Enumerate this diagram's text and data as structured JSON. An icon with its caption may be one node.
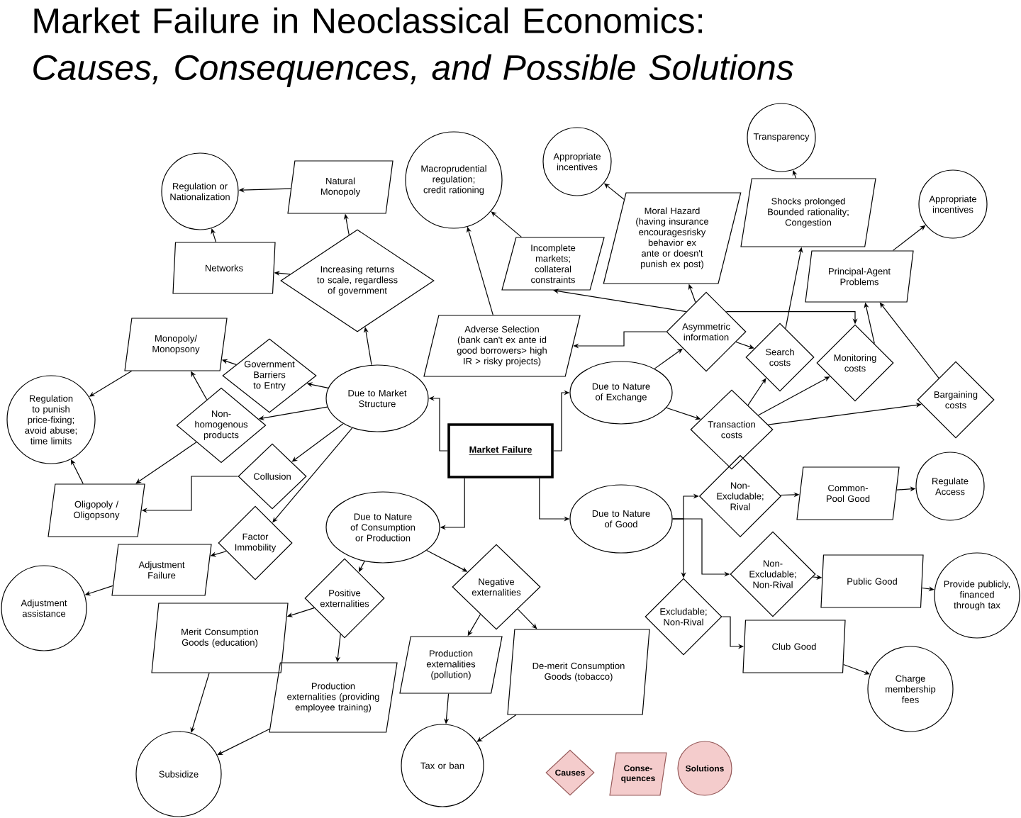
{
  "diagram": {
    "title": "Market Failure in Neoclassical Economics: *Causes, Consequences, and Possible Solutions*",
    "nodes": [
      {
        "text": [
          "Market Failure"
        ]
      },
      {
        "text": [
          "Due to Market Structure"
        ]
      },
      {
        "text": [
          "Due to Nature of Exchange"
        ]
      },
      {
        "text": [
          "Due to Nature of Consumption or Production"
        ]
      },
      {
        "text": [
          "Due to Nature of Good"
        ]
      },
      {
        "text": [
          "Increasing returns to scale, regardless of government"
        ]
      },
      {
        "text": [
          "Natural Monopoly"
        ]
      },
      {
        "text": [
          "Networks"
        ]
      },
      {
        "text": [
          "Regulation or Nationalization"
        ]
      },
      {
        "text": [
          "Monopoly/ Monopsony"
        ]
      },
      {
        "text": [
          "Government Barriers to Entry"
        ]
      },
      {
        "text": [
          "Non-homogenous products"
        ]
      },
      {
        "text": [
          "Collusion"
        ]
      },
      {
        "text": [
          "Regulation to punish price-fixing; avoid abuse; time limits"
        ]
      },
      {
        "text": [
          "Oligopoly / Oligopsony"
        ]
      },
      {
        "text": [
          "Factor Immobility"
        ]
      },
      {
        "text": [
          "Adjustment Failure"
        ]
      },
      {
        "text": [
          "Adjustment assistance"
        ]
      },
      {
        "text": [
          "Asymmetric information"
        ]
      },
      {
        "text": [
          "Transaction costs"
        ]
      },
      {
        "text": [
          "Adverse Selection (bank can't ex ante id good borrowers> high IR > risky projects)"
        ]
      },
      {
        "text": [
          "Macroprudential regulation; credit rationing"
        ]
      },
      {
        "text": [
          "Incomplete markets; collateral constraints"
        ]
      },
      {
        "text": [
          "Moral Hazard (having insurance encouragesrisky behavior ex ante or doesn't punish ex post)"
        ]
      },
      {
        "text": [
          "Appropriate incentives"
        ]
      },
      {
        "text": [
          "Search costs"
        ]
      },
      {
        "text": [
          "Shocks prolonged Bounded rationality; Congestion"
        ]
      },
      {
        "text": [
          "Transparency"
        ]
      },
      {
        "text": [
          "Monitoring costs"
        ]
      },
      {
        "text": [
          "Principal-Agent Problems"
        ]
      },
      {
        "text": [
          "Appropriate incentives"
        ]
      },
      {
        "text": [
          "Bargaining costs"
        ]
      },
      {
        "text": [
          "Non-Excludable; Rival"
        ]
      },
      {
        "text": [
          "Common-Pool Good"
        ]
      },
      {
        "text": [
          "Regulate Access"
        ]
      },
      {
        "text": [
          "Non-Excludable; Non-Rival"
        ]
      },
      {
        "text": [
          "Public Good"
        ]
      },
      {
        "text": [
          "Provide publicly, financed through tax"
        ]
      },
      {
        "text": [
          "Excludable; Non-Rival"
        ]
      },
      {
        "text": [
          "Club Good"
        ]
      },
      {
        "text": [
          "Charge membership fees"
        ]
      },
      {
        "text": [
          "Positive externalities"
        ]
      },
      {
        "text": [
          "Negative externalities"
        ]
      },
      {
        "text": [
          "Merit Consumption Goods (education)"
        ]
      },
      {
        "text": [
          "Production externalities (providing employee training)"
        ]
      },
      {
        "text": [
          "Subsidize"
        ]
      },
      {
        "text": [
          "Production externalities (pollution)"
        ]
      },
      {
        "text": [
          "De-merit Consumption Goods (tobacco)"
        ]
      },
      {
        "text": [
          "Tax or ban"
        ]
      }
    ],
    "edges": [
      {
        "from": 0,
        "to": 1,
        "arrow": "to"
      },
      {
        "from": 0,
        "to": 2,
        "arrow": "to"
      },
      {
        "from": 0,
        "to": 3,
        "arrow": "to"
      },
      {
        "from": 0,
        "to": 4,
        "arrow": "to"
      },
      {
        "from": 1,
        "to": 5,
        "arrow": "to"
      },
      {
        "from": 5,
        "to": 6,
        "arrow": "to"
      },
      {
        "from": 5,
        "to": 7,
        "arrow": "to"
      },
      {
        "from": 6,
        "to": 8,
        "arrow": "to"
      },
      {
        "from": 7,
        "to": 8,
        "arrow": "to"
      },
      {
        "from": 1,
        "to": 10,
        "arrow": "to"
      },
      {
        "from": 1,
        "to": 11,
        "arrow": "to"
      },
      {
        "from": 1,
        "to": 12,
        "arrow": "to"
      },
      {
        "from": 1,
        "to": 15,
        "arrow": "to"
      },
      {
        "from": 10,
        "to": 9,
        "arrow": "to"
      },
      {
        "from": 11,
        "to": 9,
        "arrow": "to"
      },
      {
        "from": 11,
        "to": 14,
        "arrow": "to"
      },
      {
        "from": 12,
        "to": 14,
        "arrow": "to"
      },
      {
        "from": 9,
        "to": 13,
        "arrow": "to"
      },
      {
        "from": 14,
        "to": 13,
        "arrow": "to"
      },
      {
        "from": 15,
        "to": 16,
        "arrow": "to"
      },
      {
        "from": 16,
        "to": 17,
        "arrow": "to"
      },
      {
        "from": 2,
        "to": 18,
        "arrow": "to"
      },
      {
        "from": 2,
        "to": 19,
        "arrow": "to"
      },
      {
        "from": 18,
        "to": 20,
        "arrow": "to"
      },
      {
        "from": 18,
        "to": 22,
        "arrow": "to"
      },
      {
        "from": 18,
        "to": 23,
        "arrow": "to"
      },
      {
        "from": 18,
        "to": 25,
        "arrow": "to"
      },
      {
        "from": 18,
        "to": 28,
        "arrow": "to"
      },
      {
        "from": 19,
        "to": 25,
        "arrow": "to"
      },
      {
        "from": 19,
        "to": 28,
        "arrow": "to"
      },
      {
        "from": 19,
        "to": 31,
        "arrow": "to"
      },
      {
        "from": 20,
        "to": 21,
        "arrow": "to"
      },
      {
        "from": 22,
        "to": 21,
        "arrow": "to"
      },
      {
        "from": 23,
        "to": 24,
        "arrow": "to"
      },
      {
        "from": 25,
        "to": 26,
        "arrow": "to"
      },
      {
        "from": 26,
        "to": 27,
        "arrow": "to"
      },
      {
        "from": 28,
        "to": 29,
        "arrow": "to"
      },
      {
        "from": 29,
        "to": 30,
        "arrow": "to"
      },
      {
        "from": 31,
        "to": 29,
        "arrow": "to"
      },
      {
        "from": 4,
        "to": 32,
        "arrow": "to"
      },
      {
        "from": 4,
        "to": 35,
        "arrow": "to"
      },
      {
        "from": 4,
        "to": 38,
        "arrow": "to"
      },
      {
        "from": 32,
        "to": 33,
        "arrow": "to"
      },
      {
        "from": 33,
        "to": 34,
        "arrow": "to"
      },
      {
        "from": 35,
        "to": 36,
        "arrow": "to"
      },
      {
        "from": 36,
        "to": 37,
        "arrow": "to"
      },
      {
        "from": 38,
        "to": 39,
        "arrow": "to"
      },
      {
        "from": 39,
        "to": 40,
        "arrow": "to"
      },
      {
        "from": 3,
        "to": 41,
        "arrow": "to"
      },
      {
        "from": 3,
        "to": 42,
        "arrow": "to"
      },
      {
        "from": 41,
        "to": 43,
        "arrow": "to"
      },
      {
        "from": 41,
        "to": 44,
        "arrow": "to"
      },
      {
        "from": 43,
        "to": 45,
        "arrow": "to"
      },
      {
        "from": 44,
        "to": 45,
        "arrow": "to"
      },
      {
        "from": 42,
        "to": 46,
        "arrow": "to"
      },
      {
        "from": 42,
        "to": 47,
        "arrow": "to"
      },
      {
        "from": 46,
        "to": 48,
        "arrow": "to"
      },
      {
        "from": 47,
        "to": 48,
        "arrow": "to"
      }
    ],
    "legend": [
      {
        "text": "Causes",
        "color": "#f4cccc"
      },
      {
        "text": "Conse-quences",
        "color": "#f4cccc"
      },
      {
        "text": "Solutions",
        "color": "#f4cccc"
      }
    ]
  }
}
